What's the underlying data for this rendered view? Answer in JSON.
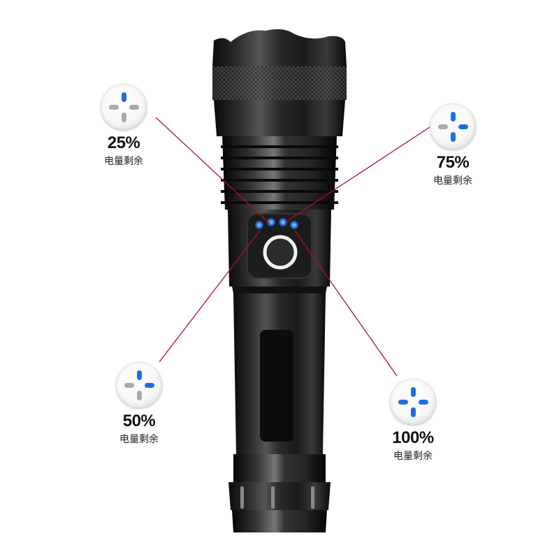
{
  "product": {
    "type": "flashlight",
    "body_color": "#1a1a1a",
    "led_color": "#3d8bff",
    "callout_line_color": "#b0102a"
  },
  "indicators": [
    {
      "id": "25",
      "percent": "25%",
      "label": "电量剩余",
      "segments": {
        "top": true,
        "right": false,
        "bottom": false,
        "left": false
      }
    },
    {
      "id": "75",
      "percent": "75%",
      "label": "电量剩余",
      "segments": {
        "top": true,
        "right": true,
        "bottom": true,
        "left": false
      }
    },
    {
      "id": "50",
      "percent": "50%",
      "label": "电量剩余",
      "segments": {
        "top": true,
        "right": true,
        "bottom": false,
        "left": false
      }
    },
    {
      "id": "100",
      "percent": "100%",
      "label": "电量剩余",
      "segments": {
        "top": true,
        "right": true,
        "bottom": true,
        "left": true
      }
    }
  ],
  "colors": {
    "active_segment": "#1d6fe0",
    "inactive_segment": "#a9a9a9"
  }
}
